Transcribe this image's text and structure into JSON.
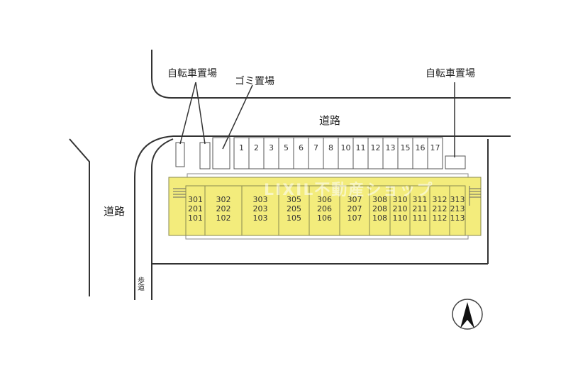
{
  "labels": {
    "bicycle_left": "自転車置場",
    "garbage": "ゴミ置場",
    "bicycle_right": "自転車置場",
    "road_top": "道路",
    "road_left": "道路",
    "sidewalk": "歩道"
  },
  "parking_spaces": [
    "1",
    "2",
    "3",
    "5",
    "6",
    "7",
    "8",
    "10",
    "11",
    "12",
    "13",
    "15",
    "16",
    "17"
  ],
  "units": [
    {
      "floors": [
        "301",
        "201",
        "101"
      ]
    },
    {
      "floors": [
        "302",
        "202",
        "102"
      ]
    },
    {
      "floors": [
        "303",
        "203",
        "103"
      ]
    },
    {
      "floors": [
        "305",
        "205",
        "105"
      ]
    },
    {
      "floors": [
        "306",
        "206",
        "106"
      ]
    },
    {
      "floors": [
        "307",
        "207",
        "107"
      ]
    },
    {
      "floors": [
        "308",
        "208",
        "108"
      ]
    },
    {
      "floors": [
        "310",
        "210",
        "110"
      ]
    },
    {
      "floors": [
        "311",
        "211",
        "111"
      ]
    },
    {
      "floors": [
        "312",
        "212",
        "112"
      ]
    },
    {
      "floors": [
        "313",
        "213",
        "113"
      ]
    }
  ],
  "watermark": "LIXIL不動産ショップ",
  "colors": {
    "building": "#f3ec7c",
    "building_stroke": "#8a8a50",
    "line": "#333333"
  },
  "icons": {
    "north": "north-arrow-icon"
  }
}
